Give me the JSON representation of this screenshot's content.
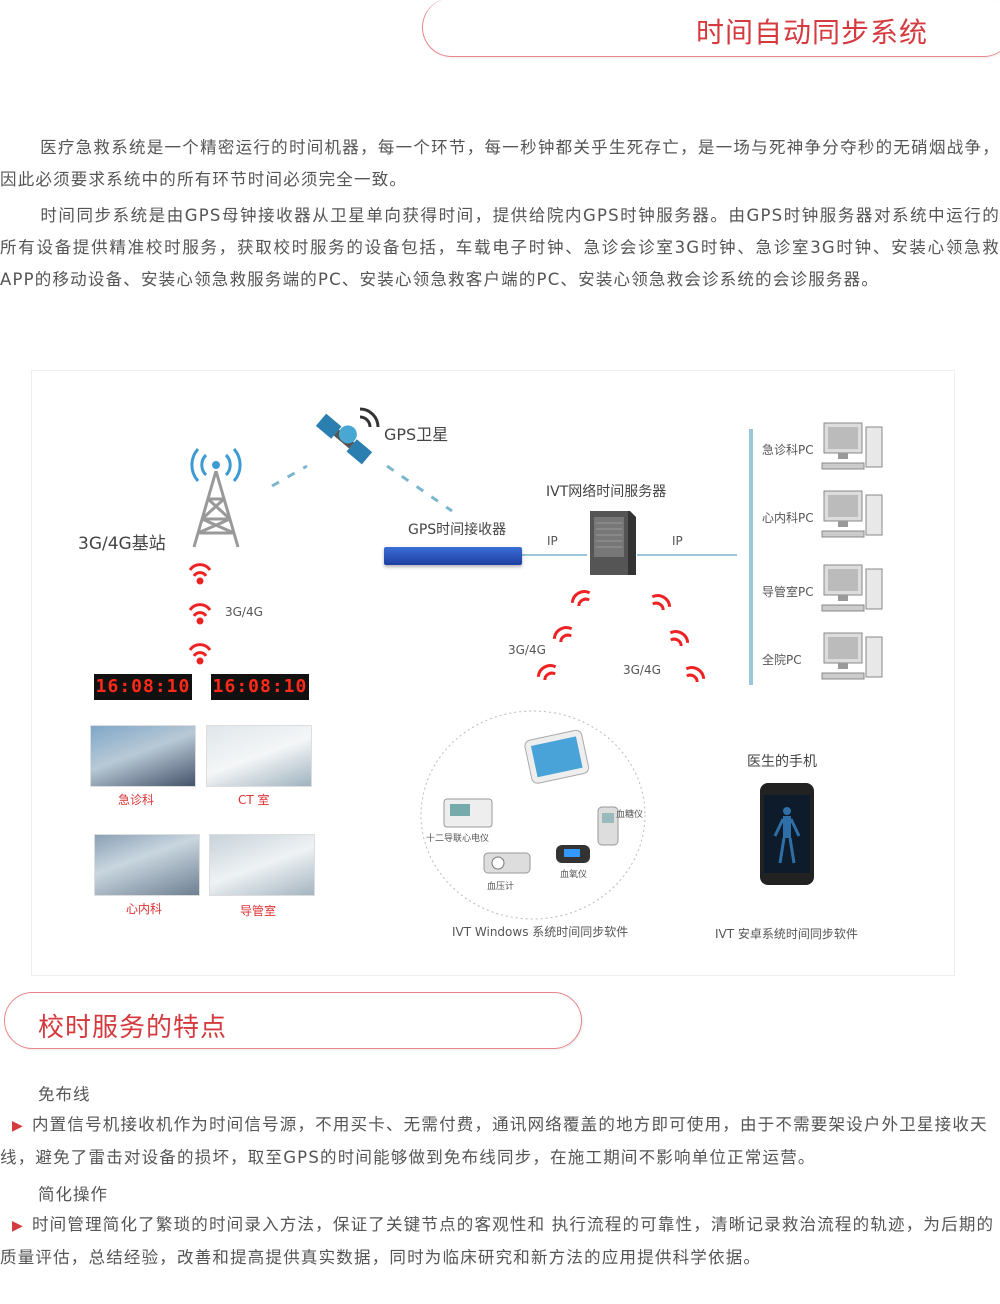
{
  "header": {
    "title": "时间自动同步系统"
  },
  "intro": {
    "p1": "医疗急救系统是一个精密运行的时间机器，每一个环节，每一秒钟都关乎生死存亡，是一场与死神争分夺秒的无硝烟战争，因此必须要求系统中的所有环节时间必须完全一致。",
    "p2": "时间同步系统是由GPS母钟接收器从卫星单向获得时间，提供给院内GPS时钟服务器。由GPS时钟服务器对系统中运行的所有设备提供精准校时服务，获取校时服务的设备包括，车载电子时钟、急诊会诊室3G时钟、急诊室3G时钟、安装心领急救APP的移动设备、安装心领急救服务端的PC、安装心领急救客户端的PC、安装心领急救会诊系统的会诊服务器。"
  },
  "diagram": {
    "satellite_label": "GPS卫星",
    "tower_label": "3G/4G基站",
    "receiver_label": "GPS时间接收器",
    "server_label": "IVT网络时间服务器",
    "ip_left": "IP",
    "ip_right": "IP",
    "net_label_1": "3G/4G",
    "net_label_2": "3G/4G",
    "net_label_3": "3G/4G",
    "clock_1": "16:08:10",
    "clock_2": "16:08:10",
    "pcs": [
      "急诊科PC",
      "心内科PC",
      "导管室PC",
      "全院PC"
    ],
    "rooms": [
      "急诊科",
      "CT 室",
      "心内科",
      "导管室"
    ],
    "devices": [
      "十二导联心电仪",
      "血压计",
      "血氧仪",
      "血糖仪"
    ],
    "phone_label": "医生的手机",
    "windows_caption": "IVT Windows 系统时间同步软件",
    "android_caption": "IVT 安卓系统时间同步软件"
  },
  "features": {
    "title": "校时服务的特点",
    "items": [
      {
        "heading": "免布线",
        "text": "内置信号机接收机作为时间信号源，不用买卡、无需付费，通讯网络覆盖的地方即可使用，由于不需要架设户外卫星接收天线，避免了雷击对设备的损坏，取至GPS的时间能够做到免布线同步，在施工期间不影响单位正常运营。"
      },
      {
        "heading": "简化操作",
        "text": "时间管理简化了繁琐的时间录入方法，保证了关键节点的客观性和 执行流程的可靠性，清晰记录救治流程的轨迹，为后期的质量评估，总结经验，改善和提高提供真实数据，同时为临床研究和新方法的应用提供科学依据。"
      }
    ],
    "bullet": "▶"
  },
  "colors": {
    "accent": "#d53a3f",
    "border": "#e7868a",
    "clock_digits": "#ff2a1a"
  }
}
